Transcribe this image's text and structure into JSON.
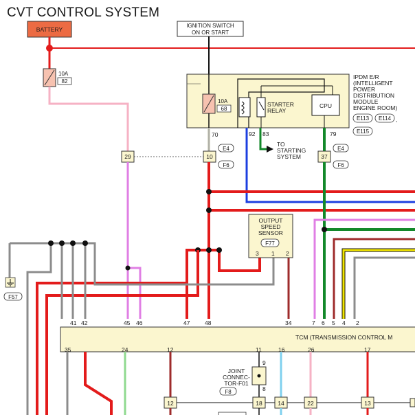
{
  "title": "CVT CONTROL SYSTEM",
  "battery_label": "BATTERY",
  "ignition": [
    "IGNITION SWITCH",
    "ON OR START"
  ],
  "fuse_left": {
    "amps": "10A",
    "num": "82"
  },
  "fuse_ipdm": {
    "amps": "10A",
    "num": "68"
  },
  "ipdm": {
    "lines": [
      "IPDM E/R",
      "(INTELLIGENT",
      "POWER",
      "DISTRIBUTION",
      "MODULE",
      "ENGINE ROOM)"
    ],
    "connectors": [
      "E113",
      "E114",
      "E115"
    ],
    "starter_relay": [
      "STARTER",
      "RELAY"
    ],
    "cpu": "CPU",
    "pins": [
      "70",
      "92",
      "83",
      "79"
    ]
  },
  "to_starting": [
    "TO",
    "STARTING",
    "SYSTEM"
  ],
  "joints": {
    "j29": "29",
    "j10": "10",
    "j37": "37"
  },
  "conn_refs": {
    "e4": "E4",
    "f6": "F6",
    "f57": "F57",
    "f77": "F77",
    "f8": "F8"
  },
  "sensor": {
    "lines": [
      "OUTPUT",
      "SPEED",
      "SENSOR"
    ],
    "pins": [
      "3",
      "1",
      "2"
    ]
  },
  "tcm": {
    "label": "TCM (TRANSMISSION CONTROL M",
    "top_pins": [
      "41",
      "42",
      "45",
      "46",
      "47",
      "48",
      "34",
      "7",
      "6",
      "5",
      "4",
      "2"
    ],
    "bottom_pins": [
      "35",
      "24",
      "12",
      "11",
      "16",
      "26",
      "17"
    ]
  },
  "joint_connector": {
    "lines": [
      "JOINT",
      "CONNEC-",
      "TOR-F01"
    ],
    "pins": [
      "9",
      "8"
    ]
  },
  "bottom_terminals": [
    "12",
    "18",
    "14",
    "22",
    "13"
  ],
  "colors": {
    "red": "#e31b1b",
    "pink": "#f6b2c4",
    "violet": "#e07fe4",
    "blue": "#1c3fe0",
    "green": "#13882a",
    "light_green": "#8fd98f",
    "gray": "#8c8c8c",
    "brown": "#9e2b2b",
    "yellow": "#f2e600",
    "light_blue": "#7fd0ee",
    "component_fill": "#fbf6cf",
    "battery_fill": "#ec6b43"
  }
}
